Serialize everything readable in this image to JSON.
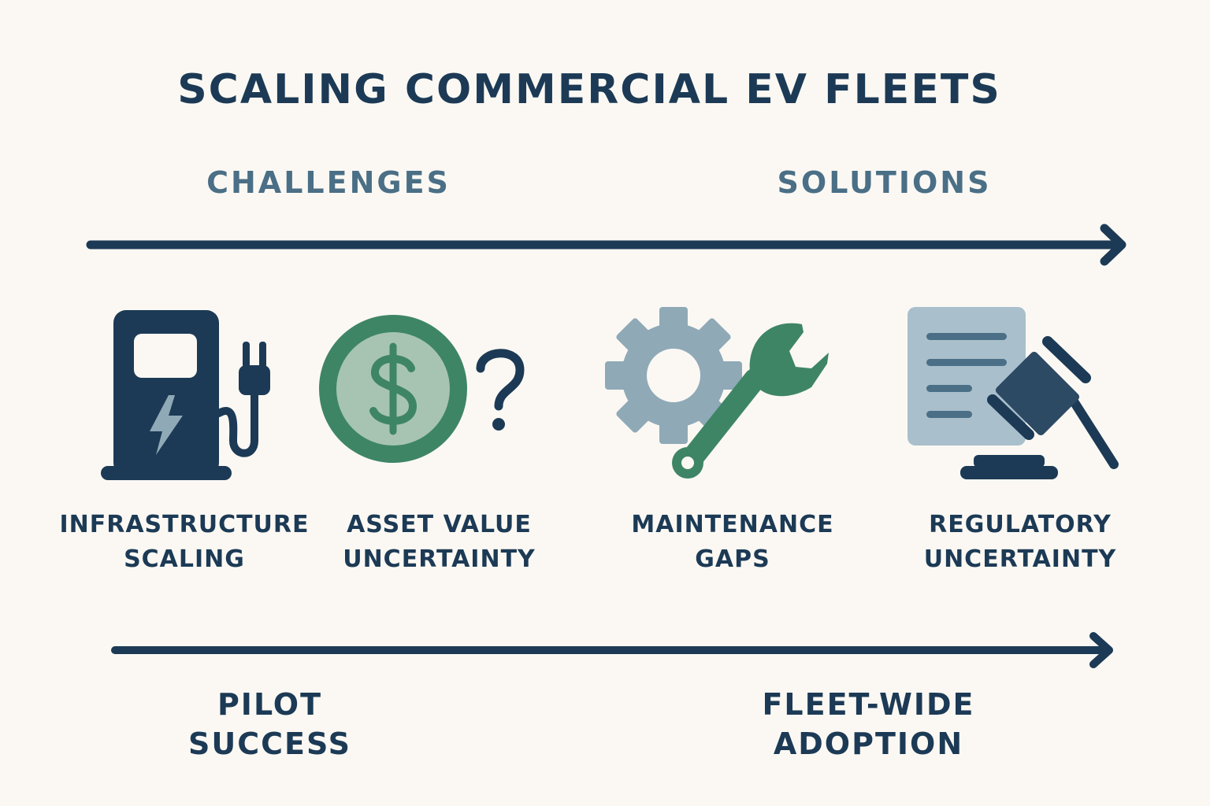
{
  "title": "SCALING COMMERCIAL EV FLEETS",
  "phases": {
    "left": "CHALLENGES",
    "right": "SOLUTIONS"
  },
  "items": [
    {
      "line1": "INFRASTRUCTURE",
      "line2": "SCALING",
      "icon": "ev-charger-icon"
    },
    {
      "line1": "ASSET VALUE",
      "line2": "UNCERTAINTY",
      "icon": "dollar-coin-question-icon"
    },
    {
      "line1": "MAINTENANCE",
      "line2": "GAPS",
      "icon": "gear-wrench-icon"
    },
    {
      "line1": "REGULATORY",
      "line2": "UNCERTAINTY",
      "icon": "document-gavel-icon"
    }
  ],
  "stages": {
    "start": {
      "line1": "PILOT",
      "line2": "SUCCESS"
    },
    "end": {
      "line1": "FLEET-WIDE",
      "line2": "ADOPTION"
    }
  },
  "colors": {
    "navy": "#1c3a55",
    "slate": "#4a6f86",
    "green": "#3e8566",
    "light_green": "#a7c4b2",
    "gray_blue": "#8fa9b7",
    "paper": "#a9bfcb",
    "background": "#fbf8f3"
  }
}
